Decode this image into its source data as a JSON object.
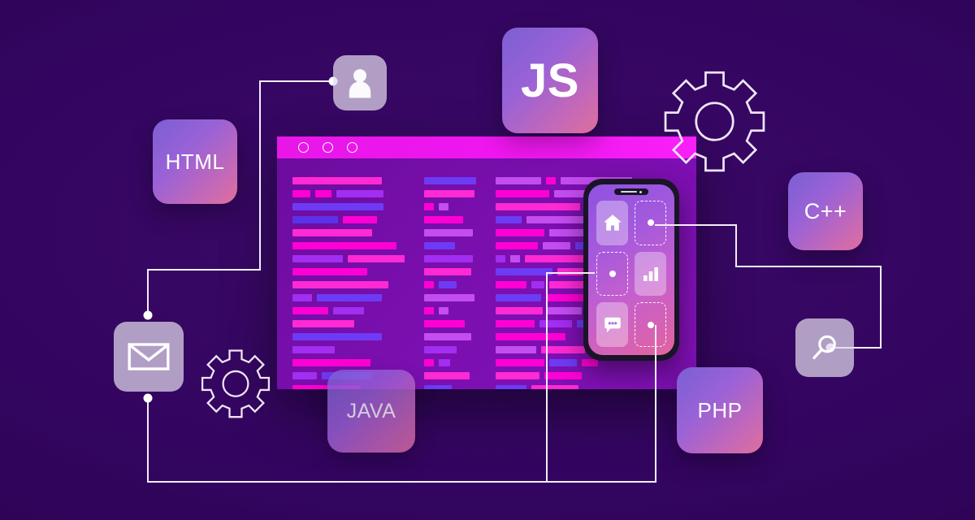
{
  "scene": {
    "title": "Software development technology stack illustration",
    "background_color": "#330560",
    "accent_magenta": "#f016f0",
    "wire_color": "#f4eef8"
  },
  "language_tiles": [
    {
      "id": "html",
      "label": "HTML"
    },
    {
      "id": "js",
      "label": "JS"
    },
    {
      "id": "cpp",
      "label": "C++"
    },
    {
      "id": "java",
      "label": "JAVA"
    },
    {
      "id": "php",
      "label": "PHP"
    }
  ],
  "icon_tiles": [
    {
      "id": "user",
      "icon": "user-icon"
    },
    {
      "id": "mail",
      "icon": "envelope-icon"
    },
    {
      "id": "search",
      "icon": "magnifier-icon"
    }
  ],
  "gears": [
    {
      "id": "gear-top-right",
      "icon": "gear-icon"
    },
    {
      "id": "gear-bottom-left",
      "icon": "gear-icon"
    }
  ],
  "code_window": {
    "titlebar_dots": [
      "circle",
      "circle",
      "circle"
    ],
    "colors": {
      "magenta": "#ff2ad4",
      "hot_pink": "#ff00d4",
      "violet": "#a12ef0",
      "blue_violet": "#6d3bf5",
      "indigo": "#5b32e8",
      "orchid": "#c44df0"
    },
    "columns": [
      {
        "id": "left-column",
        "lines": [
          [
            {
              "w": 110,
              "c": "magenta"
            }
          ],
          [
            {
              "w": 22,
              "c": "hot_pink"
            },
            {
              "w": 20,
              "c": "hot_pink"
            },
            {
              "w": 58,
              "c": "violet"
            }
          ],
          [
            {
              "w": 112,
              "c": "blue_violet"
            }
          ],
          [
            {
              "w": 56,
              "c": "indigo"
            },
            {
              "w": 42,
              "c": "hot_pink"
            }
          ],
          [
            {
              "w": 98,
              "c": "magenta"
            }
          ],
          [
            {
              "w": 128,
              "c": "hot_pink"
            }
          ],
          [
            {
              "w": 62,
              "c": "violet"
            },
            {
              "w": 70,
              "c": "magenta"
            }
          ],
          [
            {
              "w": 92,
              "c": "hot_pink"
            }
          ],
          [
            {
              "w": 118,
              "c": "magenta"
            }
          ],
          [
            {
              "w": 24,
              "c": "violet"
            },
            {
              "w": 80,
              "c": "blue_violet"
            }
          ],
          [
            {
              "w": 44,
              "c": "hot_pink"
            },
            {
              "w": 38,
              "c": "violet"
            }
          ],
          [
            {
              "w": 76,
              "c": "magenta"
            }
          ],
          [
            {
              "w": 110,
              "c": "blue_violet"
            }
          ],
          [
            {
              "w": 52,
              "c": "violet"
            }
          ],
          [
            {
              "w": 96,
              "c": "hot_pink"
            }
          ],
          [
            {
              "w": 30,
              "c": "violet"
            },
            {
              "w": 62,
              "c": "blue_violet"
            }
          ],
          [
            {
              "w": 84,
              "c": "hot_pink"
            }
          ]
        ]
      },
      {
        "id": "mid-column",
        "lines": [
          [
            {
              "w": 64,
              "c": "blue_violet"
            }
          ],
          [
            {
              "w": 62,
              "c": "magenta"
            }
          ],
          [
            {
              "w": 12,
              "c": "hot_pink"
            },
            {
              "w": 12,
              "c": "orchid"
            }
          ],
          [
            {
              "w": 48,
              "c": "hot_pink"
            }
          ],
          [
            {
              "w": 60,
              "c": "orchid"
            }
          ],
          [
            {
              "w": 38,
              "c": "blue_violet"
            }
          ],
          [
            {
              "w": 60,
              "c": "violet"
            }
          ],
          [
            {
              "w": 58,
              "c": "magenta"
            }
          ],
          [
            {
              "w": 12,
              "c": "hot_pink"
            },
            {
              "w": 22,
              "c": "blue_violet"
            }
          ],
          [
            {
              "w": 62,
              "c": "orchid"
            }
          ],
          [
            {
              "w": 12,
              "c": "hot_pink"
            },
            {
              "w": 12,
              "c": "orchid"
            }
          ],
          [
            {
              "w": 50,
              "c": "hot_pink"
            }
          ],
          [
            {
              "w": 58,
              "c": "orchid"
            }
          ],
          [
            {
              "w": 40,
              "c": "violet"
            }
          ],
          [
            {
              "w": 12,
              "c": "hot_pink"
            },
            {
              "w": 14,
              "c": "violet"
            }
          ],
          [
            {
              "w": 56,
              "c": "magenta"
            }
          ],
          [
            {
              "w": 34,
              "c": "blue_violet"
            }
          ]
        ]
      },
      {
        "id": "right-column",
        "lines": [
          [
            {
              "w": 56,
              "c": "orchid"
            },
            {
              "w": 12,
              "c": "hot_pink"
            },
            {
              "w": 88,
              "c": "orchid"
            }
          ],
          [
            {
              "w": 66,
              "c": "hot_pink"
            },
            {
              "w": 52,
              "c": "orchid"
            }
          ],
          [
            {
              "w": 104,
              "c": "magenta"
            }
          ],
          [
            {
              "w": 32,
              "c": "blue_violet"
            },
            {
              "w": 84,
              "c": "orchid"
            }
          ],
          [
            {
              "w": 60,
              "c": "hot_pink"
            },
            {
              "w": 60,
              "c": "orchid"
            }
          ],
          [
            {
              "w": 52,
              "c": "hot_pink"
            },
            {
              "w": 34,
              "c": "orchid"
            },
            {
              "w": 38,
              "c": "blue_violet"
            }
          ],
          [
            {
              "w": 12,
              "c": "violet"
            },
            {
              "w": 12,
              "c": "orchid"
            },
            {
              "w": 86,
              "c": "magenta"
            }
          ],
          [
            {
              "w": 70,
              "c": "blue_violet"
            },
            {
              "w": 84,
              "c": "magenta"
            }
          ],
          [
            {
              "w": 38,
              "c": "hot_pink"
            },
            {
              "w": 16,
              "c": "violet"
            },
            {
              "w": 78,
              "c": "magenta"
            }
          ],
          [
            {
              "w": 56,
              "c": "blue_violet"
            },
            {
              "w": 52,
              "c": "hot_pink"
            }
          ],
          [
            {
              "w": 58,
              "c": "magenta"
            },
            {
              "w": 42,
              "c": "orchid"
            }
          ],
          [
            {
              "w": 48,
              "c": "hot_pink"
            },
            {
              "w": 40,
              "c": "violet"
            },
            {
              "w": 30,
              "c": "blue_violet"
            }
          ],
          [
            {
              "w": 86,
              "c": "hot_pink"
            }
          ],
          [
            {
              "w": 50,
              "c": "orchid"
            },
            {
              "w": 54,
              "c": "magenta"
            }
          ],
          [
            {
              "w": 60,
              "c": "hot_pink"
            },
            {
              "w": 34,
              "c": "blue_violet"
            },
            {
              "w": 20,
              "c": "hot_pink"
            }
          ],
          [
            {
              "w": 54,
              "c": "magenta"
            },
            {
              "w": 46,
              "c": "hot_pink"
            }
          ],
          [
            {
              "w": 38,
              "c": "blue_violet"
            },
            {
              "w": 58,
              "c": "magenta"
            }
          ]
        ]
      }
    ]
  },
  "phone": {
    "notch": "speaker-and-camera",
    "apps": [
      {
        "slot": 1,
        "type": "filled",
        "icon": "home-icon"
      },
      {
        "slot": 2,
        "type": "empty",
        "icon": "connector-node"
      },
      {
        "slot": 3,
        "type": "empty",
        "icon": "connector-node"
      },
      {
        "slot": 4,
        "type": "filled",
        "icon": "bar-chart-icon"
      },
      {
        "slot": 5,
        "type": "filled",
        "icon": "chat-bubble-icon"
      },
      {
        "slot": 6,
        "type": "empty",
        "icon": "connector-node"
      }
    ]
  },
  "connectors": [
    {
      "id": "user-to-mail",
      "from": "user-icon-tile",
      "to": "mail-icon-tile"
    },
    {
      "id": "phone-slot2-to-cpp-search",
      "from": "phone-slot-2",
      "to": "search-icon-tile"
    },
    {
      "id": "phone-slot3-left-bottom",
      "from": "phone-slot-3",
      "to": "bottom-rail"
    },
    {
      "id": "phone-slot6-bottom",
      "from": "phone-slot-6",
      "to": "bottom-rail"
    },
    {
      "id": "mail-to-bottom-rail",
      "from": "mail-icon-tile",
      "to": "bottom-rail"
    }
  ]
}
